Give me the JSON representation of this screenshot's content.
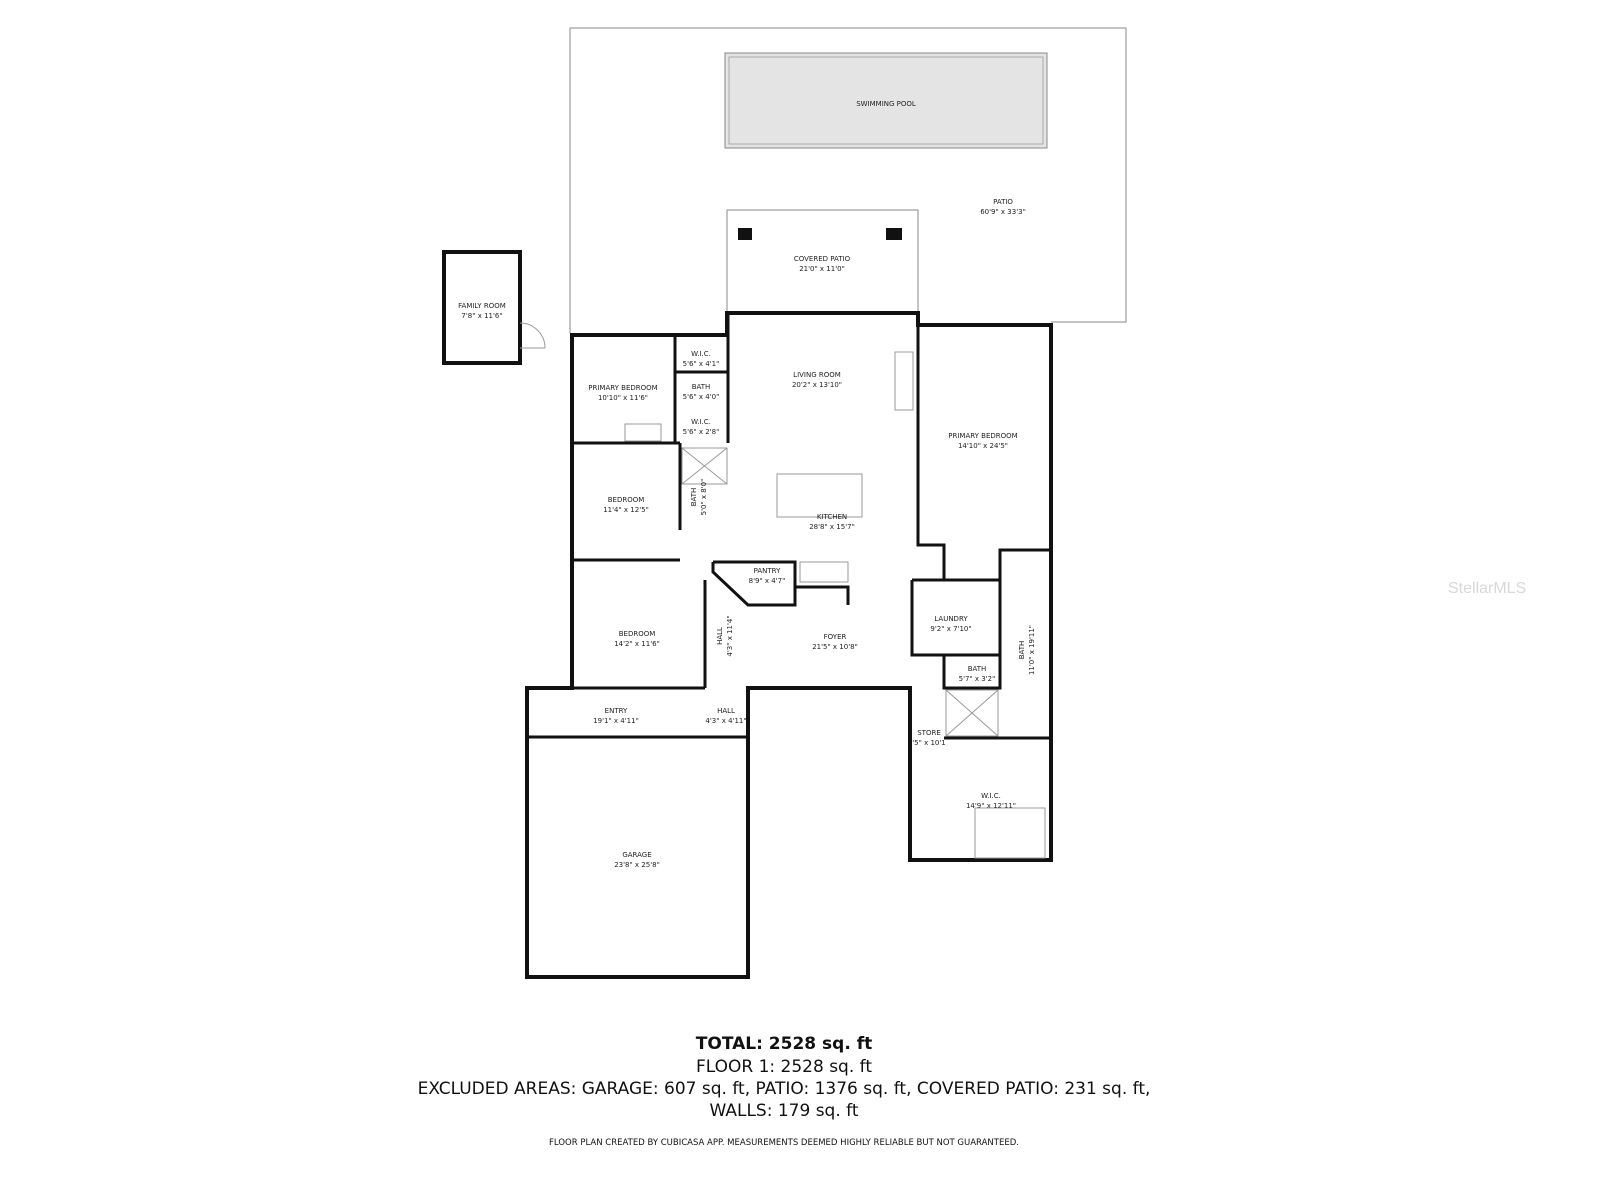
{
  "rooms": {
    "pool": {
      "name": "SWIMMING POOL"
    },
    "patio": {
      "name": "PATIO",
      "dims": "60'9\" x 33'3\""
    },
    "covered_patio": {
      "name": "COVERED PATIO",
      "dims": "21'0\" x 11'0\""
    },
    "family_room": {
      "name": "FAMILY ROOM",
      "dims": "7'8\" x 11'6\""
    },
    "primary_bedroom_1": {
      "name": "PRIMARY BEDROOM",
      "dims": "10'10\" x 11'6\""
    },
    "wic_1": {
      "name": "W.I.C.",
      "dims": "5'6\" x 4'1\""
    },
    "bath_1": {
      "name": "BATH",
      "dims": "5'6\" x 4'0\""
    },
    "wic_2": {
      "name": "W.I.C.",
      "dims": "5'6\" x 2'8\""
    },
    "living_room": {
      "name": "LIVING ROOM",
      "dims": "20'2\" x 13'10\""
    },
    "primary_bedroom_2": {
      "name": "PRIMARY BEDROOM",
      "dims": "14'10\" x 24'5\""
    },
    "bedroom_1": {
      "name": "BEDROOM",
      "dims": "11'4\" x 12'5\""
    },
    "bath_2": {
      "name": "BATH",
      "dims": "5'0\" x 8'0\""
    },
    "kitchen": {
      "name": "KITCHEN",
      "dims": "28'8\" x 15'7\""
    },
    "pantry": {
      "name": "PANTRY",
      "dims": "8'9\" x 4'7\""
    },
    "bedroom_2": {
      "name": "BEDROOM",
      "dims": "14'2\" x 11'6\""
    },
    "hall_1": {
      "name": "HALL",
      "dims": "4'3\" x 11'4\""
    },
    "foyer": {
      "name": "FOYER",
      "dims": "21'5\" x 10'8\""
    },
    "laundry": {
      "name": "LAUNDRY",
      "dims": "9'2\" x 7'10\""
    },
    "bath_3": {
      "name": "BATH",
      "dims": "5'7\" x 3'2\""
    },
    "bath_4": {
      "name": "BATH",
      "dims": "11'0\" x 19'11\""
    },
    "entry": {
      "name": "ENTRY",
      "dims": "19'1\" x 4'11\""
    },
    "hall_2": {
      "name": "HALL",
      "dims": "4'3\" x 4'11\""
    },
    "store": {
      "name": "STORE",
      "dims": "'5\" x 10'1"
    },
    "wic_3": {
      "name": "W.I.C.",
      "dims": "14'9\" x 12'11\""
    },
    "garage": {
      "name": "GARAGE",
      "dims": "23'8\" x 25'8\""
    }
  },
  "summary": {
    "total": "TOTAL: 2528 sq. ft",
    "floor1": "FLOOR 1: 2528 sq. ft",
    "excluded": "EXCLUDED AREAS: GARAGE: 607 sq. ft, PATIO: 1376 sq. ft, COVERED PATIO: 231 sq. ft,",
    "walls": "WALLS: 179 sq. ft",
    "disclaimer": "FLOOR PLAN CREATED BY CUBICASA APP. MEASUREMENTS DEEMED HIGHLY RELIABLE BUT NOT GUARANTEED."
  },
  "watermark": "StellarMLS"
}
